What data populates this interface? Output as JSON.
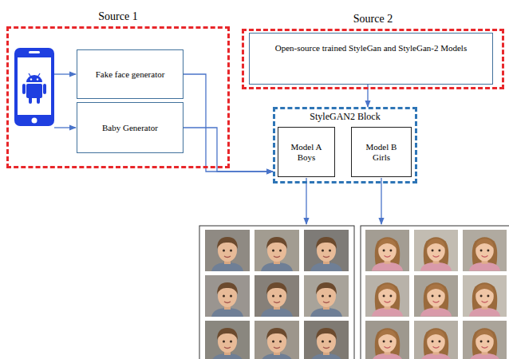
{
  "diagram": {
    "nodes": [
      {
        "text": [
          "Source 1"
        ]
      },
      {
        "text": [
          "Fake face generator"
        ],
        "in": 0
      },
      {
        "text": [
          "Baby Generator"
        ],
        "in": 0
      },
      {
        "text": [
          "Source 2"
        ]
      },
      {
        "text": [
          "Open-source trained StyleGan and StyleGan-2 Models"
        ],
        "in": 3
      },
      {
        "text": [
          "StyleGAN2 Block"
        ]
      },
      {
        "text": [
          "Model A Boys"
        ],
        "in": 5
      },
      {
        "text": [
          "Model B Girls"
        ],
        "in": 5
      }
    ],
    "edges": [
      {
        "from": 1,
        "to": 5,
        "arrow": "to"
      },
      {
        "from": 2,
        "to": 5,
        "arrow": "to"
      },
      {
        "from": 4,
        "to": 5,
        "arrow": "to"
      }
    ]
  }
}
